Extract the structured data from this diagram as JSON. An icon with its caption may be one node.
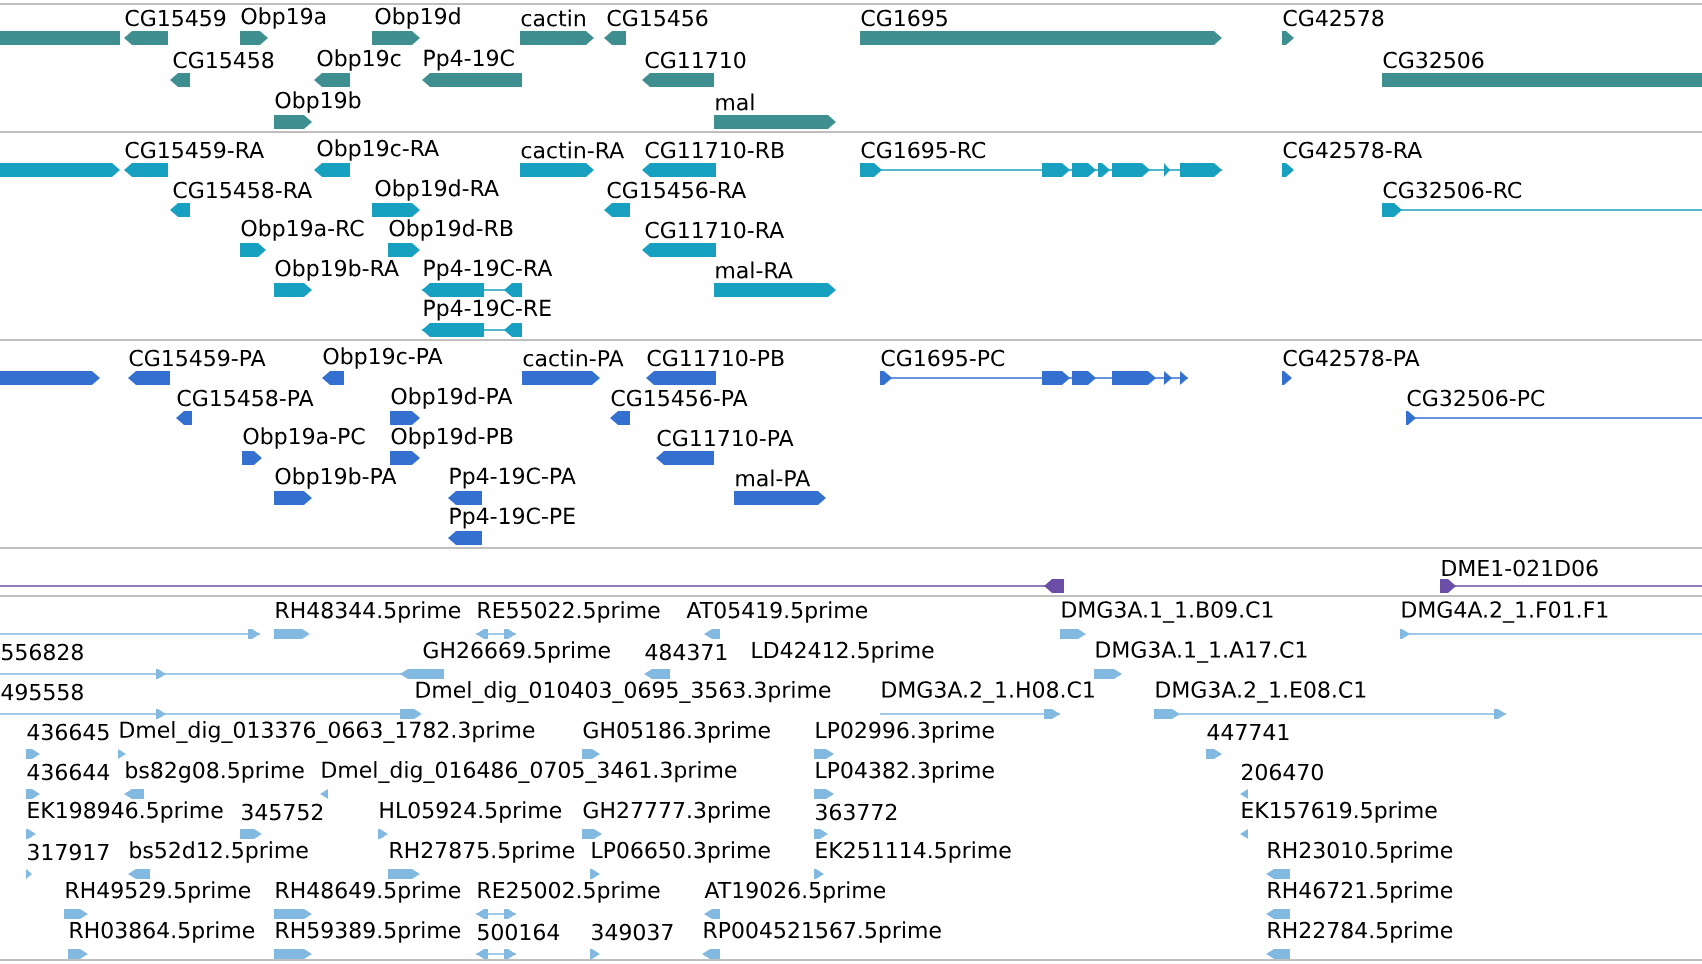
{
  "diagram": {
    "labels": [
      "CG15459",
      "Obp19a",
      "Obp19d",
      "cactin",
      "CG15456",
      "CG1695",
      "CG42578",
      "CG15458",
      "Obp19c",
      "Pp4-19C",
      "CG11710",
      "CG32506",
      "Obp19b",
      "mal",
      "CG15459-RA",
      "Obp19c-RA",
      "cactin-RA",
      "CG11710-RB",
      "CG1695-RC",
      "CG42578-RA",
      "CG15458-RA",
      "Obp19d-RA",
      "CG15456-RA",
      "CG32506-RC",
      "Obp19a-RC",
      "Obp19d-RB",
      "CG11710-RA",
      "Obp19b-RA",
      "Pp4-19C-RA",
      "mal-RA",
      "Pp4-19C-RE",
      "CG15459-PA",
      "Obp19c-PA",
      "cactin-PA",
      "CG11710-PB",
      "CG1695-PC",
      "CG42578-PA",
      "CG15458-PA",
      "Obp19d-PA",
      "CG15456-PA",
      "CG32506-PC",
      "Obp19a-PC",
      "Obp19d-PB",
      "CG11710-PA",
      "Obp19b-PA",
      "Pp4-19C-PA",
      "mal-PA",
      "Pp4-19C-PE",
      "DME1-021D06",
      "RH48344.5prime",
      "RE55022.5prime",
      "AT05419.5prime",
      "DMG3A.1_1.B09.C1",
      "DMG4A.2_1.F01.F1",
      "556828",
      "GH26669.5prime",
      "484371",
      "LD42412.5prime",
      "DMG3A.1_1.A17.C1",
      "495558",
      "Dmel_dig_010403_0695_3563.3prime",
      "DMG3A.2_1.H08.C1",
      "DMG3A.2_1.E08.C1",
      "436645",
      "Dmel_dig_013376_0663_1782.3prime",
      "GH05186.3prime",
      "LP02996.3prime",
      "447741",
      "436644",
      "bs82g08.5prime",
      "Dmel_dig_016486_0705_3461.3prime",
      "LP04382.3prime",
      "206470",
      "EK198946.5prime",
      "345752",
      "HL05924.5prime",
      "GH27777.3prime",
      "363772",
      "EK157619.5prime",
      "317917",
      "bs52d12.5prime",
      "RH27875.5prime",
      "LP06650.3prime",
      "EK251114.5prime",
      "RH23010.5prime",
      "RH49529.5prime",
      "RH48649.5prime",
      "RE25002.5prime",
      "AT19026.5prime",
      "RH46721.5prime",
      "RH03864.5prime",
      "RH59389.5prime",
      "500164",
      "349037",
      "RP004521567.5prime",
      "RH22784.5prime"
    ]
  }
}
